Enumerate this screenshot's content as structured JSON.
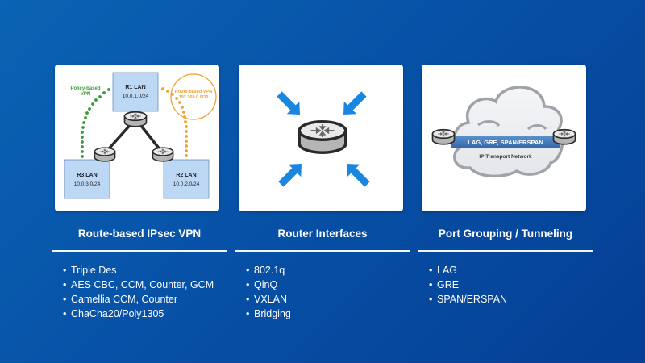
{
  "colors": {
    "background_top": "#0a63b4",
    "background_bottom": "#043f94",
    "card": "#ffffff",
    "lan_box": "#bcd8f5",
    "policy_vpn": "#3a9a3a",
    "route_vpn": "#f0a030",
    "arrow_blue": "#1a86e0",
    "tunnel_band": "#3f7cc0"
  },
  "cards": [
    {
      "name": "route-based-ipsec-vpn-diagram",
      "diagram": {
        "lans": [
          {
            "label": "R1 LAN",
            "subnet": "10.0.1.0/24"
          },
          {
            "label": "R2 LAN",
            "subnet": "10.0.2.0/24"
          },
          {
            "label": "R3 LAN",
            "subnet": "10.0.3.0/24"
          }
        ],
        "policy_vpn_label": [
          "Policy-based",
          "VPN"
        ],
        "route_vpn_label": [
          "Route-based VPN",
          "192.168.0.0/30"
        ]
      }
    },
    {
      "name": "router-interfaces-diagram"
    },
    {
      "name": "port-grouping-diagram",
      "diagram": {
        "band_label": "LAG, GRE, SPAN/ERSPAN",
        "cloud_label": "IP Transport Network"
      }
    }
  ],
  "columns": [
    {
      "title": "Route-based IPsec VPN",
      "items": [
        "Triple Des",
        "AES CBC, CCM, Counter, GCM",
        "Camellia CCM, Counter",
        "ChaCha20/Poly1305"
      ]
    },
    {
      "title": "Router Interfaces",
      "items": [
        "802.1q",
        "QinQ",
        "VXLAN",
        "Bridging"
      ]
    },
    {
      "title": "Port Grouping / Tunneling",
      "items": [
        "LAG",
        "GRE",
        "SPAN/ERSPAN"
      ]
    }
  ],
  "bullet_char": "•"
}
